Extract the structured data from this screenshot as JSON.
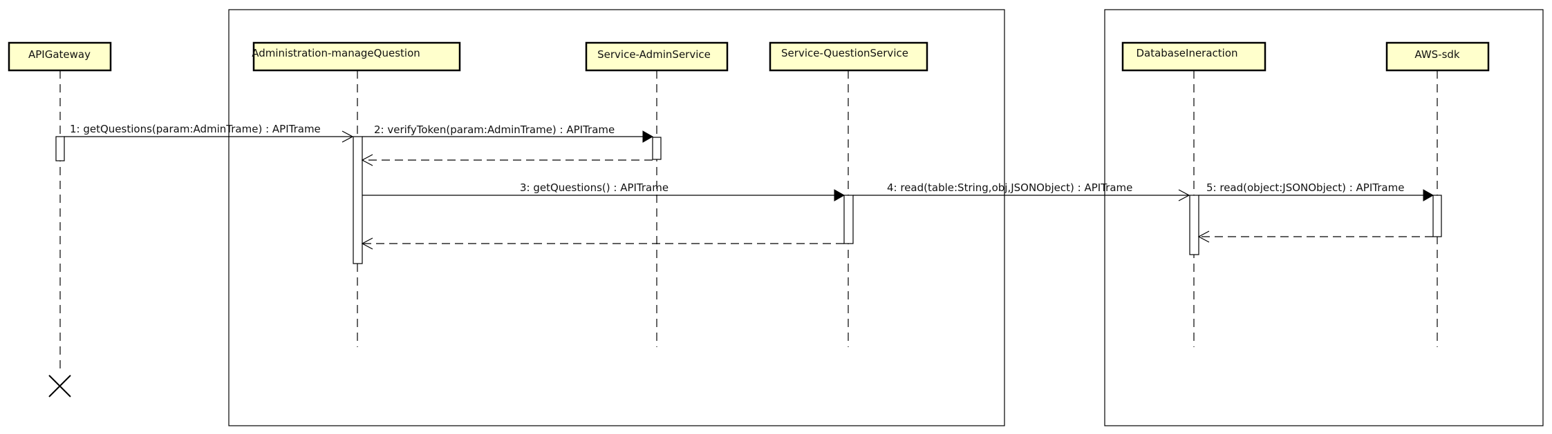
{
  "colors": {
    "background": "#ffffff",
    "line": "#000000",
    "lifeline_box_fill": "#ffffcc",
    "activation_fill": "#ffffff",
    "text": "#111111"
  },
  "lifelines": [
    {
      "id": "gw",
      "name": "APIGateway"
    },
    {
      "id": "amq",
      "name": "Administration-manageQuestion"
    },
    {
      "id": "sas",
      "name": "Service-AdminService"
    },
    {
      "id": "sqs",
      "name": "Service-QuestionService"
    },
    {
      "id": "db",
      "name": "DatabaseIneraction"
    },
    {
      "id": "aws",
      "name": "AWS-sdk"
    }
  ],
  "messages": [
    {
      "label": "1: getQuestions(param:AdminTrame) : APITrame",
      "from": "gw",
      "to": "amq",
      "kind": "async"
    },
    {
      "label": "2: verifyToken(param:AdminTrame) : APITrame",
      "from": "amq",
      "to": "sas",
      "kind": "sync"
    },
    {
      "label": "",
      "from": "sas",
      "to": "amq",
      "kind": "return"
    },
    {
      "label": "3: getQuestions() : APITrame",
      "from": "amq",
      "to": "sqs",
      "kind": "sync"
    },
    {
      "label": "4: read(table:String,obj,JSONObject) : APITrame",
      "from": "sqs",
      "to": "db",
      "kind": "async"
    },
    {
      "label": "5: read(object:JSONObject) : APITrame",
      "from": "db",
      "to": "aws",
      "kind": "sync"
    },
    {
      "label": "",
      "from": "aws",
      "to": "db",
      "kind": "return"
    },
    {
      "label": "",
      "from": "sqs",
      "to": "amq",
      "kind": "return"
    }
  ],
  "terminations": [
    "gw"
  ]
}
